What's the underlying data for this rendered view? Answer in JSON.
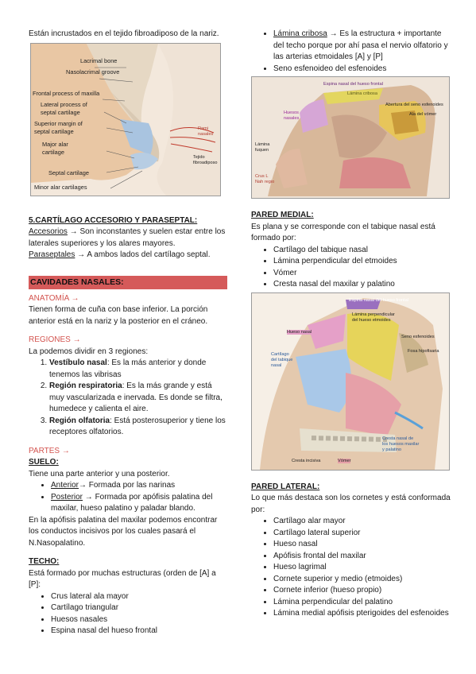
{
  "left": {
    "intro": "Están incrustados en el tejido fibroadiposo de la nariz.",
    "fig1_labels": [
      "Lacrimal bone",
      "Nasolacrimal groove",
      "Frontal process of maxilla",
      "Lateral process of",
      "septal cartilage",
      "Superior margin of",
      "septal cartilage",
      "Major alar",
      "cartilage",
      "Septal cartilage",
      "Minor alar cartilages",
      "Rami",
      "nasales",
      "Tejido",
      "fibroadiposo"
    ],
    "s5_title": "5.CARTÍLAGO ACCESORIO Y PARASEPTAL:",
    "accesorios_label": "Accesorios",
    "accesorios_text": " → Son inconstantes y suelen estar entre los laterales superiores y los alares mayores.",
    "paraseptales_label": "Paraseptales",
    "paraseptales_text": " → A ambos lados del cartílago septal.",
    "cav_title": "CAVIDADES NASALES:",
    "anatomia_title": "ANATOMÍA →",
    "anatomia_text": "Tienen forma de cuña con base inferior. La porción anterior está en la nariz y la posterior en el cráneo.",
    "regiones_title": "REGIONES →",
    "regiones_intro": "La podemos dividir en 3 regiones:",
    "regiones": [
      {
        "name": "Vestíbulo nasal",
        "text": ": Es la más anterior y donde tenemos las vibrisas"
      },
      {
        "name": "Región respiratoria",
        "text": ": Es la más grande y está muy vascularizada e inervada. Es donde se filtra, humedece y calienta el aire."
      },
      {
        "name": "Región olfatoria",
        "text": ": Está posterosuperior y tiene los receptores olfatorios."
      }
    ],
    "partes_title": "PARTES →",
    "suelo_title": "SUELO:",
    "suelo_intro": "Tiene una parte anterior y una posterior.",
    "suelo_items": [
      {
        "name": "Anterior",
        "text": "→ Formada por las narinas"
      },
      {
        "name": "Posterior",
        "text": " → Formada por apófisis palatina del maxilar, hueso palatino y paladar blando."
      }
    ],
    "suelo_text": "En la apófisis palatina del maxilar podemos encontrar los conductos incisivos por los cuales pasará el N.Nasopalatino.",
    "techo_title": "TECHO:",
    "techo_intro": "Está formado por muchas estructuras (orden de [A] a [P]:",
    "techo_items": [
      "Crus lateral ala mayor",
      "Cartílago triangular",
      "Huesos nasales",
      "Espina nasal del hueso frontal"
    ]
  },
  "right": {
    "lamina_label": "Lámina cribosa",
    "lamina_text": " → Es la estructura + importante del techo porque por ahí pasa el nervio olfatorio y las arterias etmoidales [A] y [P]",
    "seno_item": "Seno esfenoideo del esfenoides",
    "fig2_labels": [
      "Espina nasal del hueso frontal",
      "Lámina cribosa",
      "Abertura del seno esfenoides",
      "Ala del vómer",
      "Huesos",
      "nasales",
      "Lámina",
      "fuquen",
      "Crus L",
      "Nah regio"
    ],
    "medial_title": "PARED MEDIAL:",
    "medial_intro": "Es plana y se corresponde con el tabique nasal está formado por:",
    "medial_items": [
      "Cartílago del tabique nasal",
      "Lámina perpendicular del etmoides",
      "Vómer",
      "Cresta nasal del maxilar y palatino"
    ],
    "fig3_labels": [
      "Espina nasal del hueso frontal",
      "Lámina perpendicular",
      "del hueso etmoides",
      "Hueso nasal",
      "Seno esfenoides",
      "Fosa hipofisaria",
      "Cartílago",
      "del tabique",
      "nasal",
      "Cresta nasal de",
      "los huesos maxilar",
      "y palatino",
      "Cresta incisiva",
      "Vómer"
    ],
    "lateral_title": "PARED LATERAL:",
    "lateral_intro": "Lo que más destaca son los cornetes y está conformada por:",
    "lateral_items": [
      "Cartílago alar mayor",
      "Cartílago lateral superior",
      "Hueso nasal",
      "Apófisis frontal del maxilar",
      "Hueso lagrimal",
      "Cornete superior y medio (etmoides)",
      "Cornete inferior (hueso propio)",
      "Lámina perpendicular del palatino",
      "Lámina medial apófisis pterigoides del esfenoides"
    ]
  },
  "colors": {
    "accent": "#d55a5a",
    "heading_red": "#d3544f"
  }
}
